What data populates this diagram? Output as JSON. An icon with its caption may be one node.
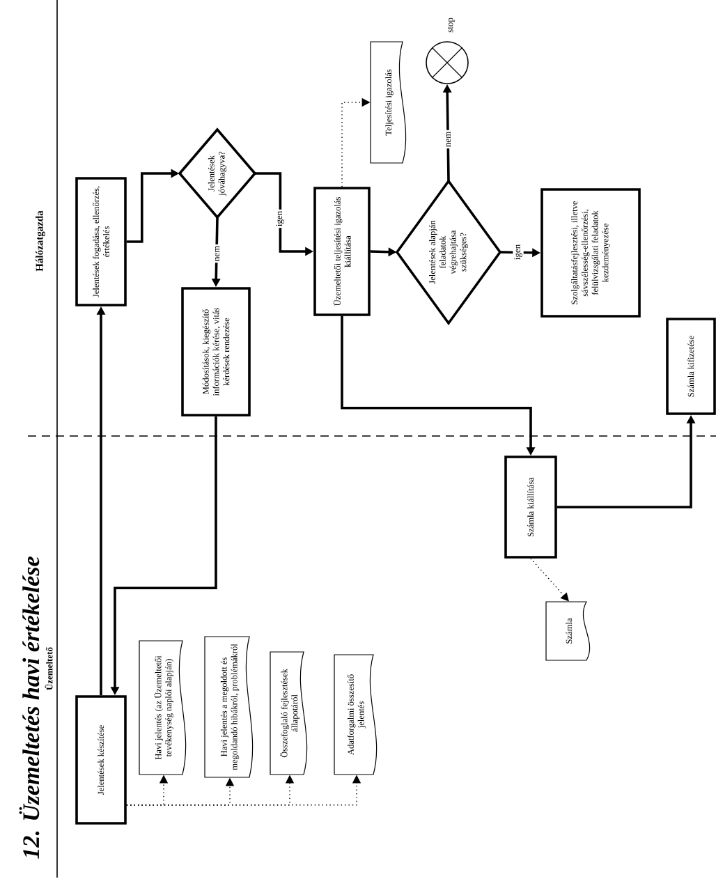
{
  "diagram": {
    "title": "12. Üzemeltetés havi értékelése",
    "nodes": [
      {
        "text": [
          "Jelentések fogadása, ellenőrzés, értékelés"
        ]
      },
      {
        "text": [
          "Jelentések jóváhagyva?"
        ]
      },
      {
        "text": [
          "Módosítások, kiegészítő információk kérése, vitás kérdések rendezése"
        ]
      },
      {
        "text": [
          "Üzemeltetői teljesítési igazolás kiállítása"
        ]
      },
      {
        "text": [
          "Teljesítési igazolás"
        ]
      },
      {
        "text": [],
        "shape": "circle",
        "beside": [
          "stop"
        ]
      },
      {
        "text": [
          "Jelentések alapján feladatok végrehajtása szükséges?"
        ]
      },
      {
        "text": [
          "Szolgáltatásfejlesztési, illetve sávszélesség-ellenőrzési, felülvizsgálati feladatok kezdeményezése"
        ]
      },
      {
        "text": [
          "Számla kifizetése"
        ]
      },
      {
        "text": [
          "Számla kiállítása"
        ]
      },
      {
        "text": [
          "Számla"
        ]
      },
      {
        "text": [
          "Jelentések készítése"
        ]
      },
      {
        "text": [
          "Havi jelentés (az Üzemeltetői tevékenység naplói alapján)"
        ]
      },
      {
        "text": [
          "Havi jelentés a megoldott és megoldandó hibákról, problémákról"
        ]
      },
      {
        "text": [
          "Összefoglaló fejlesztések állapotáról"
        ]
      },
      {
        "text": [
          "Adatforgalmi összesítő jelentés"
        ]
      }
    ],
    "edges": [
      {
        "from": 0,
        "to": 1,
        "arrow": "to"
      },
      {
        "from": 1,
        "to": 2,
        "arrow": "to",
        "label": "nem"
      },
      {
        "from": 1,
        "to": 3,
        "arrow": "to",
        "label": "igen"
      },
      {
        "from": 2,
        "to": 11,
        "arrow": "to"
      },
      {
        "from": 11,
        "to": 0,
        "arrow": "to"
      },
      {
        "from": 3,
        "to": 4,
        "arrow": "to",
        "style": "dashed"
      },
      {
        "from": 3,
        "to": 6,
        "arrow": "to"
      },
      {
        "from": 6,
        "to": 5,
        "arrow": "to",
        "label": "nem"
      },
      {
        "from": 6,
        "to": 7,
        "arrow": "to",
        "label": "igen"
      },
      {
        "from": 3,
        "to": 9,
        "arrow": "to"
      },
      {
        "from": 9,
        "to": 8,
        "arrow": "to"
      },
      {
        "from": 9,
        "to": 10,
        "arrow": "to",
        "style": "dashed"
      },
      {
        "from": 11,
        "to": 12,
        "arrow": "to",
        "style": "dashed"
      },
      {
        "from": 11,
        "to": 13,
        "arrow": "to",
        "style": "dashed"
      },
      {
        "from": 11,
        "to": 14,
        "arrow": "to",
        "style": "dashed"
      },
      {
        "from": 11,
        "to": 15,
        "arrow": "to",
        "style": "dashed"
      }
    ],
    "labels": [
      "Hálózatgazda",
      "Üzemeltető"
    ]
  }
}
